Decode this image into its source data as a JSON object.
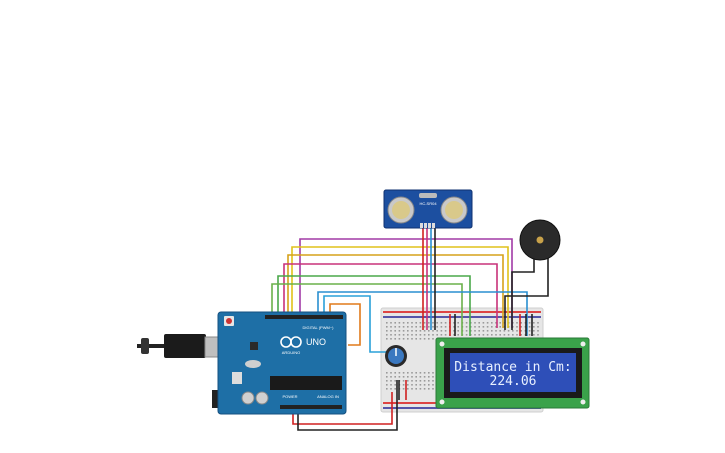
{
  "circuit": {
    "lcd": {
      "line1": "Distance in Cm:",
      "line2": "224.06"
    },
    "sensor": {
      "model": "HC-SR04"
    },
    "arduino": {
      "brand": "ARDUINO",
      "model": "UNO",
      "digital_label": "DIGITAL (PWM~)",
      "power_label": "POWER",
      "analog_label": "ANALOG IN"
    },
    "colors": {
      "arduino_board": "#1e6fa6",
      "lcd_pcb": "#3aa24a",
      "lcd_screen": "#2e4fb8",
      "sensor_board": "#1c4fa0",
      "breadboard": "#e6e6e6",
      "buzzer": "#2a2a2a",
      "wire_purple": "#a23aa6",
      "wire_yellow": "#e0c21a",
      "wire_magenta": "#c8327a",
      "wire_green": "#4aa84a",
      "wire_blue": "#2a8fd0",
      "wire_orange": "#e07a1a",
      "wire_red": "#d02020",
      "wire_black": "#222222"
    }
  }
}
